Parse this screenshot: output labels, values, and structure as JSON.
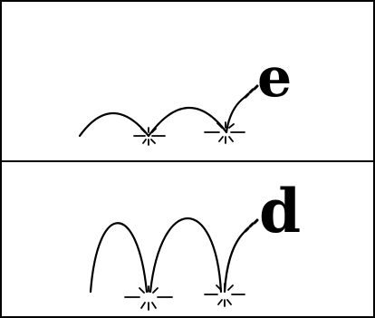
{
  "panels": [
    {
      "label": "e",
      "arcs": 3,
      "contacts": 2
    },
    {
      "label": "d",
      "arcs": 3,
      "contacts": 2
    }
  ]
}
